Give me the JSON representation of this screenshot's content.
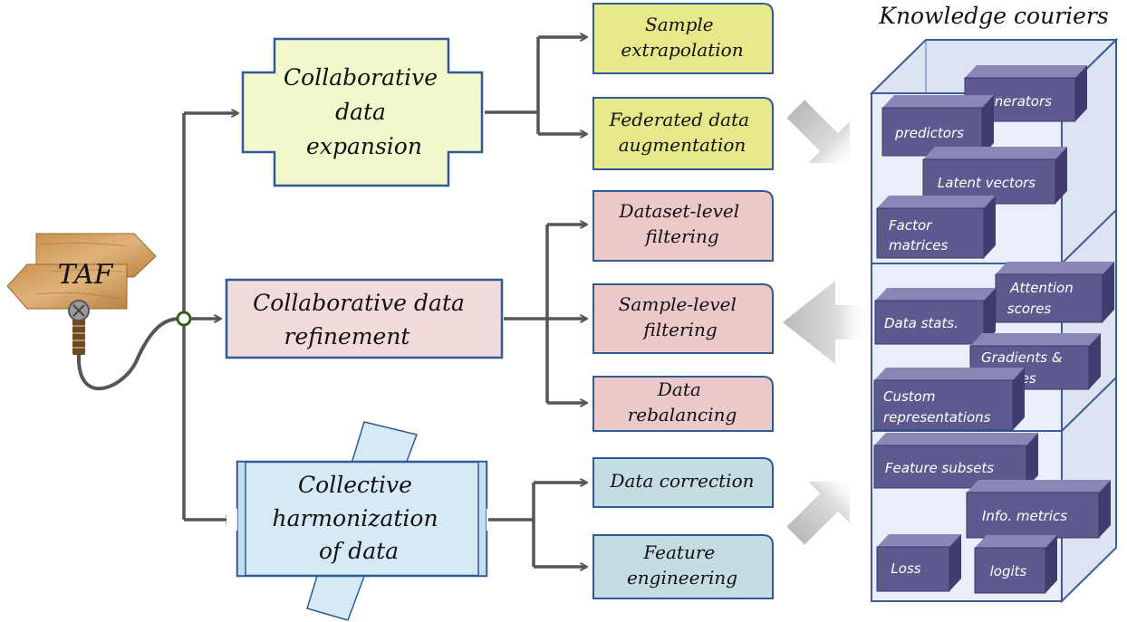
{
  "signpost": {
    "label": "TAF"
  },
  "branches": {
    "expansion": {
      "title_lines": [
        "Collaborative",
        "data",
        "expansion"
      ],
      "leaves": [
        {
          "lines": [
            "Sample",
            "extrapolation"
          ]
        },
        {
          "lines": [
            "Federated data",
            "augmentation"
          ]
        }
      ]
    },
    "refinement": {
      "title_lines": [
        "Collaborative data",
        "refinement"
      ],
      "leaves": [
        {
          "lines": [
            "Dataset-level",
            "filtering"
          ]
        },
        {
          "lines": [
            "Sample-level",
            "filtering"
          ]
        },
        {
          "lines": [
            "Data",
            "rebalancing"
          ]
        }
      ]
    },
    "harmonization": {
      "title_lines": [
        "Collective",
        "harmonization",
        "of  data"
      ],
      "leaves": [
        {
          "lines": [
            "Data correction"
          ]
        },
        {
          "lines": [
            "Feature",
            "engineering"
          ]
        }
      ]
    }
  },
  "couriers": {
    "title": "Knowledge couriers",
    "items": [
      {
        "lines": [
          "generators"
        ]
      },
      {
        "lines": [
          "predictors"
        ]
      },
      {
        "lines": [
          "Latent vectors"
        ]
      },
      {
        "lines": [
          "Factor",
          "matrices"
        ]
      },
      {
        "lines": [
          "Attention",
          "scores"
        ]
      },
      {
        "lines": [
          "Data stats."
        ]
      },
      {
        "lines": [
          "Gradients &",
          "updates"
        ]
      },
      {
        "lines": [
          "Custom",
          "representations"
        ]
      },
      {
        "lines": [
          "Feature subsets"
        ]
      },
      {
        "lines": [
          "Info. metrics"
        ]
      },
      {
        "lines": [
          "Loss"
        ]
      },
      {
        "lines": [
          "logits"
        ]
      }
    ]
  },
  "colors": {
    "expansion_fill": "#f2f7cc",
    "expansion_leaf": "#e6e88a",
    "refinement_fill": "#f3dada",
    "refinement_leaf": "#ecc9c9",
    "harmonization_fill": "#d6eaf5",
    "harmonization_leaf": "#c3dde3",
    "box_stroke": "#2f5a96",
    "cube_front": "#5e5a8f",
    "cube_top": "#8a86b5",
    "cube_side": "#403c70",
    "shelf_fill": "#dce3f2",
    "shelf_stroke": "#3c5d9a",
    "arrow": "#555555"
  }
}
